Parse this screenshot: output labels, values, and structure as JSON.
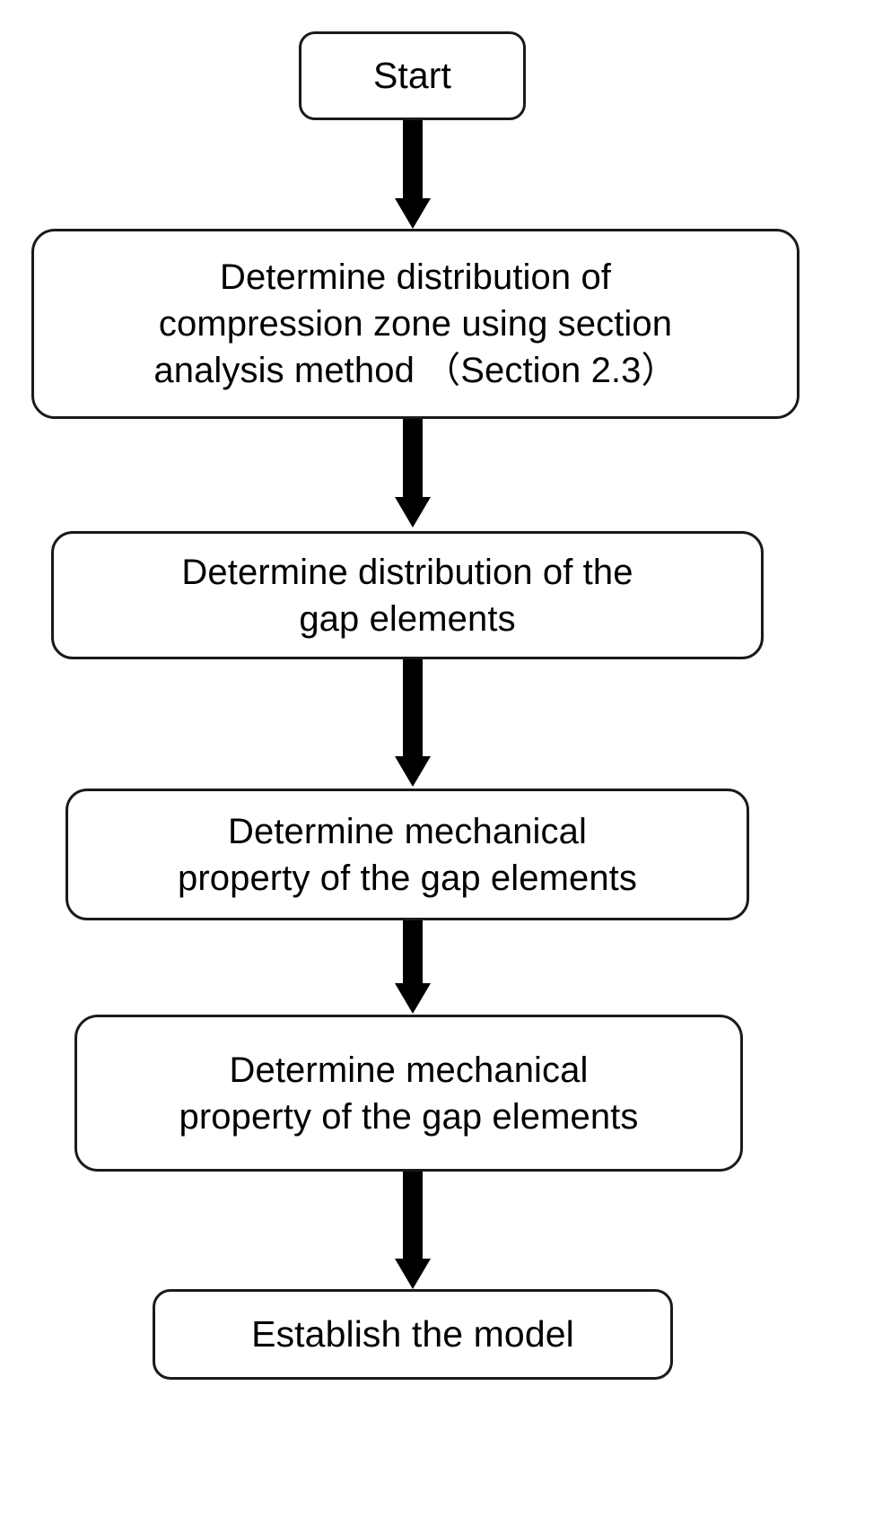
{
  "diagram": {
    "title": "Modeling procedure flowchart",
    "orientation": "top-to-bottom",
    "background_color": "#ffffff",
    "node_border_color": "#1a1a1a",
    "node_fill_color": "#ffffff",
    "arrow_color": "#000000",
    "text_color": "#000000"
  },
  "nodes": [
    {
      "id": "start",
      "label": "Start",
      "shape": "rounded-rectangle",
      "lines": [
        "Start"
      ]
    },
    {
      "id": "section-analysis",
      "label": "Determine distribution of compression zone using section analysis method （Section 2.3）",
      "shape": "rounded-rectangle",
      "lines": [
        "Determine distribution of",
        "compression zone using section",
        "analysis method （Section 2.3）"
      ]
    },
    {
      "id": "gap-distribution",
      "label": "Determine distribution of the gap elements",
      "shape": "rounded-rectangle",
      "lines": [
        "Determine distribution of the",
        "gap elements"
      ]
    },
    {
      "id": "gap-mechanical-1",
      "label": "Determine mechanical property of the gap elements",
      "shape": "rounded-rectangle",
      "lines": [
        "Determine mechanical",
        "property of the gap elements"
      ]
    },
    {
      "id": "gap-mechanical-2",
      "label": "Determine mechanical property of the gap elements",
      "shape": "rounded-rectangle",
      "lines": [
        "Determine mechanical",
        "property of the gap elements"
      ]
    },
    {
      "id": "establish-model",
      "label": "Establish the model",
      "shape": "rounded-rectangle",
      "lines": [
        "Establish the model"
      ]
    }
  ],
  "edges": [
    {
      "id": "edge-1",
      "from": "start",
      "to": "section-analysis",
      "style": "solid-arrow",
      "label": ""
    },
    {
      "id": "edge-2",
      "from": "section-analysis",
      "to": "gap-distribution",
      "style": "solid-arrow",
      "label": ""
    },
    {
      "id": "edge-3",
      "from": "gap-distribution",
      "to": "gap-mechanical-1",
      "style": "solid-arrow",
      "label": ""
    },
    {
      "id": "edge-4",
      "from": "gap-mechanical-1",
      "to": "gap-mechanical-2",
      "style": "solid-arrow",
      "label": ""
    },
    {
      "id": "edge-5",
      "from": "gap-mechanical-2",
      "to": "establish-model",
      "style": "solid-arrow",
      "label": ""
    }
  ]
}
